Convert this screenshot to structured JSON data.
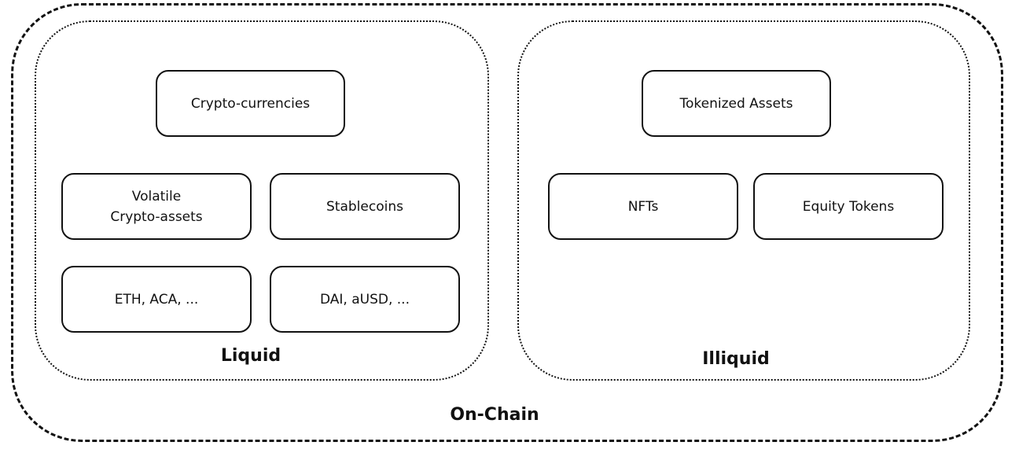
{
  "diagram": {
    "outer_label": "On-Chain",
    "groups": [
      {
        "label": "Liquid",
        "nodes": {
          "top": "Crypto-currencies",
          "left": "Volatile\nCrypto-assets",
          "right": "Stablecoins",
          "left_example": "ETH, ACA, ...",
          "right_example": "DAI, aUSD, ..."
        }
      },
      {
        "label": "Illiquid",
        "nodes": {
          "top": "Tokenized Assets",
          "left": "NFTs",
          "right": "Equity Tokens"
        }
      }
    ]
  }
}
